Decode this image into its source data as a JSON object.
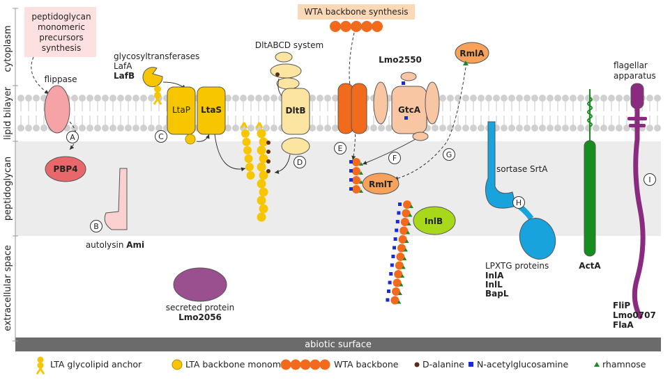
{
  "zones": {
    "cytoplasm": "cytoplasm",
    "lipid_bilayer": "lipid bilayer",
    "peptidoglycan": "peptidoglycan",
    "extracellular": "extracellular space"
  },
  "abiotic_surface": "abiotic surface",
  "precursors": [
    "peptidoglycan",
    "monomeric",
    "precursors",
    "synthesis"
  ],
  "flippase": "flippase",
  "pbp4": "PBP4",
  "autolysin": {
    "prefix": "autolysin ",
    "name": "Ami"
  },
  "glycosyltransferases": {
    "line1": "glycosyltransferases",
    "line2": "LafA",
    "line3": "LafB"
  },
  "ltap": "LtaP",
  "ltas": "LtaS",
  "dlt": {
    "system": "DltABCD system",
    "protein": "DltB"
  },
  "wta_box": "WTA backbone synthesis",
  "lmo2550": "Lmo2550",
  "gtca": "GtcA",
  "rmla": "RmlA",
  "rmlt": "RmlT",
  "inlb": "InlB",
  "flagellar": {
    "line1": "flagellar",
    "line2": "apparatus"
  },
  "flagellar_proteins": [
    "FliP",
    "Lmo0707",
    "FlaA"
  ],
  "sortase": "sortase SrtA",
  "lpxtg": {
    "title": "LPXTG proteins",
    "items": [
      "InlA",
      "InlL",
      "BapL"
    ]
  },
  "acta": "ActA",
  "secreted": {
    "title": "secreted protein",
    "name": "Lmo2056"
  },
  "markers": [
    "A",
    "B",
    "C",
    "D",
    "E",
    "F",
    "G",
    "H",
    "I"
  ],
  "legend": {
    "lta_anchor": "LTA glycolipid anchor",
    "lta_monomer": "LTA backbone monomer",
    "wta_backbone": "WTA backbone",
    "d_alanine": "D-alanine",
    "glcnac": "N-acetylglucosamine",
    "rhamnose": "rhamnose"
  },
  "colors": {
    "lta_yellow": "#f7c600",
    "wta_orange": "#f26a1b",
    "gtca_peach": "#f9c6a4",
    "pbp4_red": "#e8676a",
    "flippase_pink": "#f5a3a6",
    "autolysin_pink": "#fbd0d0",
    "inlb_green": "#a8d81a",
    "sortase_blue": "#19a3dc",
    "acta_green": "#168e1e",
    "flagella_purple": "#8b2b80",
    "secreted_purple": "#9a4f8e",
    "glcnac_blue": "#1a2bd6",
    "rhamnose_green": "#1d8a2a",
    "dalanine_brown": "#5a2b16",
    "peptidoglycan_gray": "#ececec",
    "surface_gray": "#6b6b6b"
  }
}
